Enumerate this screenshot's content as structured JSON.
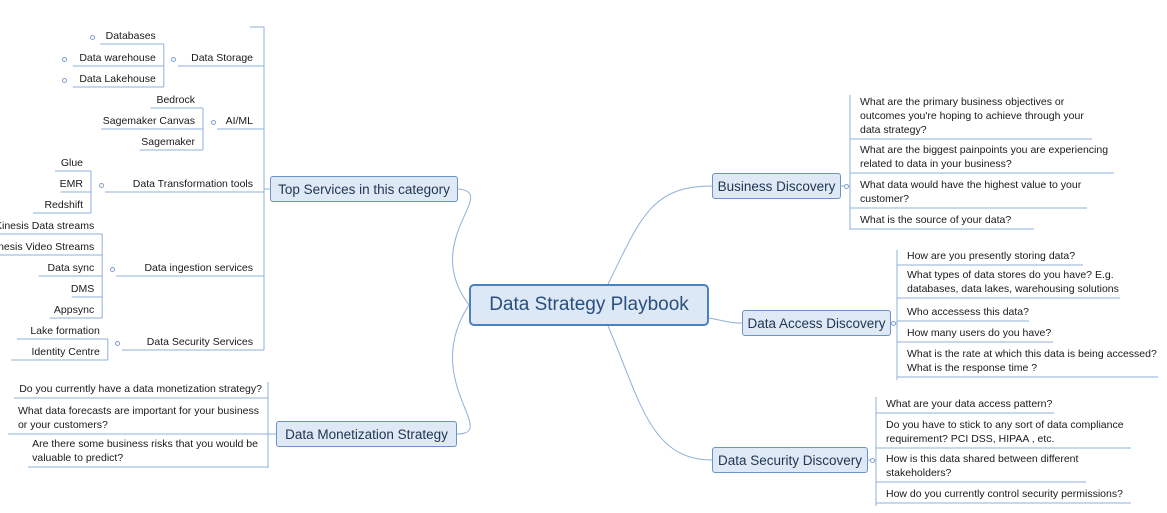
{
  "root": {
    "label": "Data Strategy Playbook"
  },
  "branches": {
    "top_services": {
      "label": "Top Services in this category",
      "groups": [
        {
          "label": "Data Storage",
          "items": [
            "Databases",
            "Data warehouse",
            "Data Lakehouse"
          ]
        },
        {
          "label": "AI/ML",
          "items": [
            "Bedrock",
            "Sagemaker Canvas",
            "Sagemaker"
          ]
        },
        {
          "label": "Data Transformation tools",
          "items": [
            "Glue",
            "EMR",
            "Redshift"
          ]
        },
        {
          "label": "Data ingestion services",
          "items": [
            "Kinesis Data streams",
            "Kinesis Video Streams",
            "Data sync",
            "DMS",
            "Appsync"
          ]
        },
        {
          "label": "Data Security Services",
          "items": [
            "Lake formation",
            "Identity Centre"
          ]
        }
      ]
    },
    "monetization": {
      "label": "Data Monetization Strategy",
      "items": [
        [
          "Do you currently have a data monetization strategy?"
        ],
        [
          "What data forecasts are important for your business",
          "or your customers?"
        ],
        [
          "Are there some business risks that you would be",
          "valuable to predict?"
        ]
      ]
    },
    "business": {
      "label": "Business Discovery",
      "items": [
        [
          "What are the primary business objectives or",
          "outcomes you're hoping to achieve through your",
          "data strategy?"
        ],
        [
          "What are the biggest painpoints you are experiencing",
          "related to data in your business?"
        ],
        [
          "What data would have the highest value to your",
          "customer?"
        ],
        [
          "What is the source of your data?"
        ]
      ]
    },
    "access": {
      "label": "Data Access Discovery",
      "items": [
        [
          "How are you presently storing data?"
        ],
        [
          "What types of data stores do you have? E.g.",
          "databases, data lakes, warehousing solutions"
        ],
        [
          "Who accessess this data?"
        ],
        [
          "How many users do you have?"
        ],
        [
          "What is the rate at which this data is being accessed?",
          "What is the response time ?"
        ]
      ]
    },
    "security": {
      "label": "Data Security Discovery",
      "items": [
        [
          "What are your data access pattern?"
        ],
        [
          "Do you have to stick to any sort of data compliance",
          "requirement? PCI DSS, HIPAA , etc."
        ],
        [
          "How is this data shared between different",
          "stakeholders?"
        ],
        [
          "How do you currently control security permissions?"
        ]
      ]
    }
  }
}
